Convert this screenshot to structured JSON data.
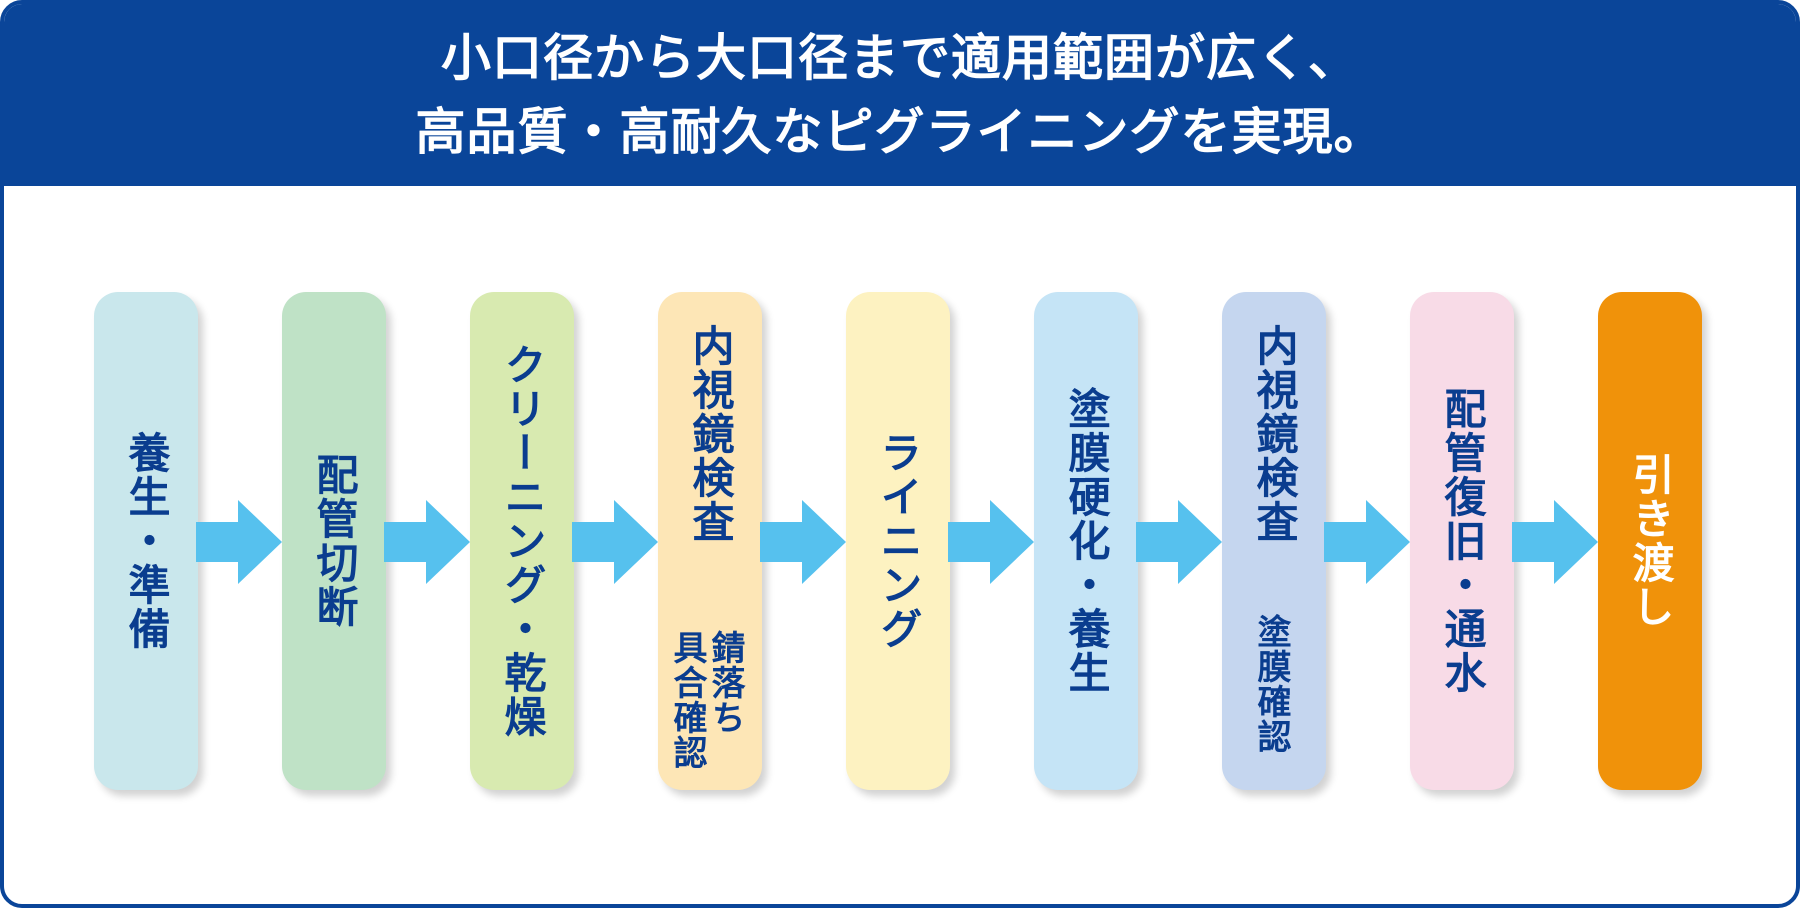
{
  "header": {
    "line1": "小口径から大口径まで適用範囲が広く、",
    "line2": "高品質・高耐久なピグライニングを実現。"
  },
  "colors": {
    "brand_blue": "#0a4599",
    "text_blue": "#0a3d8f",
    "arrow": "#56c1ee"
  },
  "steps": [
    {
      "label": "養生・準備",
      "color": "#c9e7ec"
    },
    {
      "label": "配管切断",
      "color": "#bfe2c6"
    },
    {
      "label": "クリーニング・乾燥",
      "color": "#d8eab0"
    },
    {
      "label": "内視鏡検査",
      "sub_line1": "錆落ち",
      "sub_line2": "具合確認",
      "color": "#fde6b6"
    },
    {
      "label": "ライニング",
      "color": "#fdf2c1"
    },
    {
      "label": "塗膜硬化・養生",
      "color": "#c5e4f6"
    },
    {
      "label": "内視鏡検査",
      "sub": "塗膜確認",
      "color": "#c5d6ef"
    },
    {
      "label": "配管復旧・通水",
      "color": "#f8dbe7"
    },
    {
      "label": "引き渡し",
      "color": "#f0920a"
    }
  ]
}
